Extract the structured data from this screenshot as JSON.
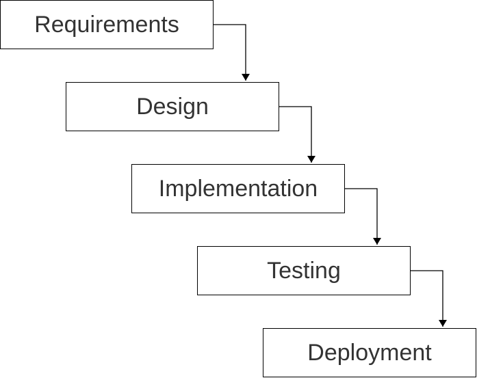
{
  "diagram": {
    "stages": [
      {
        "label": "Requirements"
      },
      {
        "label": "Design"
      },
      {
        "label": "Implementation"
      },
      {
        "label": "Testing"
      },
      {
        "label": "Deployment"
      }
    ],
    "connections": [
      {
        "from": "Requirements",
        "to": "Design"
      },
      {
        "from": "Design",
        "to": "Implementation"
      },
      {
        "from": "Implementation",
        "to": "Testing"
      },
      {
        "from": "Testing",
        "to": "Deployment"
      }
    ],
    "colors": {
      "border": "#000000",
      "text": "#333333",
      "background": "#ffffff",
      "connector": "#000000"
    }
  }
}
